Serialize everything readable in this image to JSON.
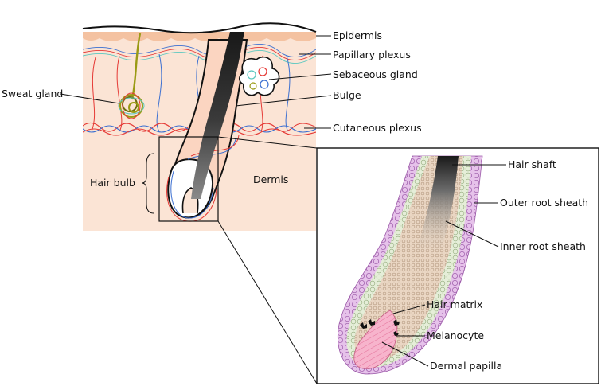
{
  "labels": {
    "epidermis": "Epidermis",
    "papillary_plexus": "Papillary plexus",
    "sebaceous_gland": "Sebaceous gland",
    "bulge": "Bulge",
    "cutaneous_plexus": "Cutaneous plexus",
    "sweat_gland": "Sweat gland",
    "hair_bulb": "Hair bulb",
    "dermis": "Dermis",
    "hair_shaft": "Hair shaft",
    "outer_root_sheath": "Outer root sheath",
    "inner_root_sheath": "Inner root sheath",
    "hair_matrix": "Hair matrix",
    "melanocyte": "Melanocyte",
    "dermal_papilla": "Dermal papilla"
  },
  "colors": {
    "skin": "#fbe4d5",
    "epidermis": "#f4c2a1",
    "artery": "#e53935",
    "vein": "#3b6fd1",
    "lymph": "#5bc8c0",
    "sweat_gland": "#9a9a14",
    "outer_root_sheath": "#d9a6dc",
    "inner_root_sheath": "#cfe0c0",
    "matrix": "#d9b9a0",
    "dermal_papilla": "#f5a5c0"
  }
}
